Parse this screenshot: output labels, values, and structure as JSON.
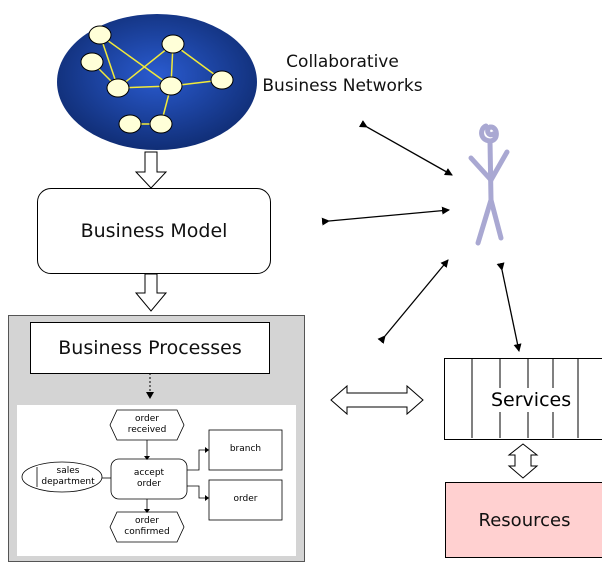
{
  "network_title": {
    "line1": "Collaborative",
    "line2": "Business Networks"
  },
  "business_model": "Business Model",
  "business_processes": "Business Processes",
  "epc": {
    "order_received_1": "order",
    "order_received_2": "received",
    "accept_order_1": "accept",
    "accept_order_2": "order",
    "order_confirmed_1": "order",
    "order_confirmed_2": "confirmed",
    "sales_dept_1": "sales",
    "sales_dept_2": "department",
    "branch": "branch",
    "order": "order"
  },
  "services": "Services",
  "resources": "Resources",
  "colors": {
    "network_blue": "#1b3f8f",
    "node_fill": "#ffffd8",
    "edge_yellow": "#f2ea3a",
    "panel_gray": "#d4d4d4",
    "resources_pink": "#ffd0d0",
    "person_stroke": "#a9a8d2"
  },
  "icons": [
    "network-globe-icon",
    "person-icon"
  ]
}
